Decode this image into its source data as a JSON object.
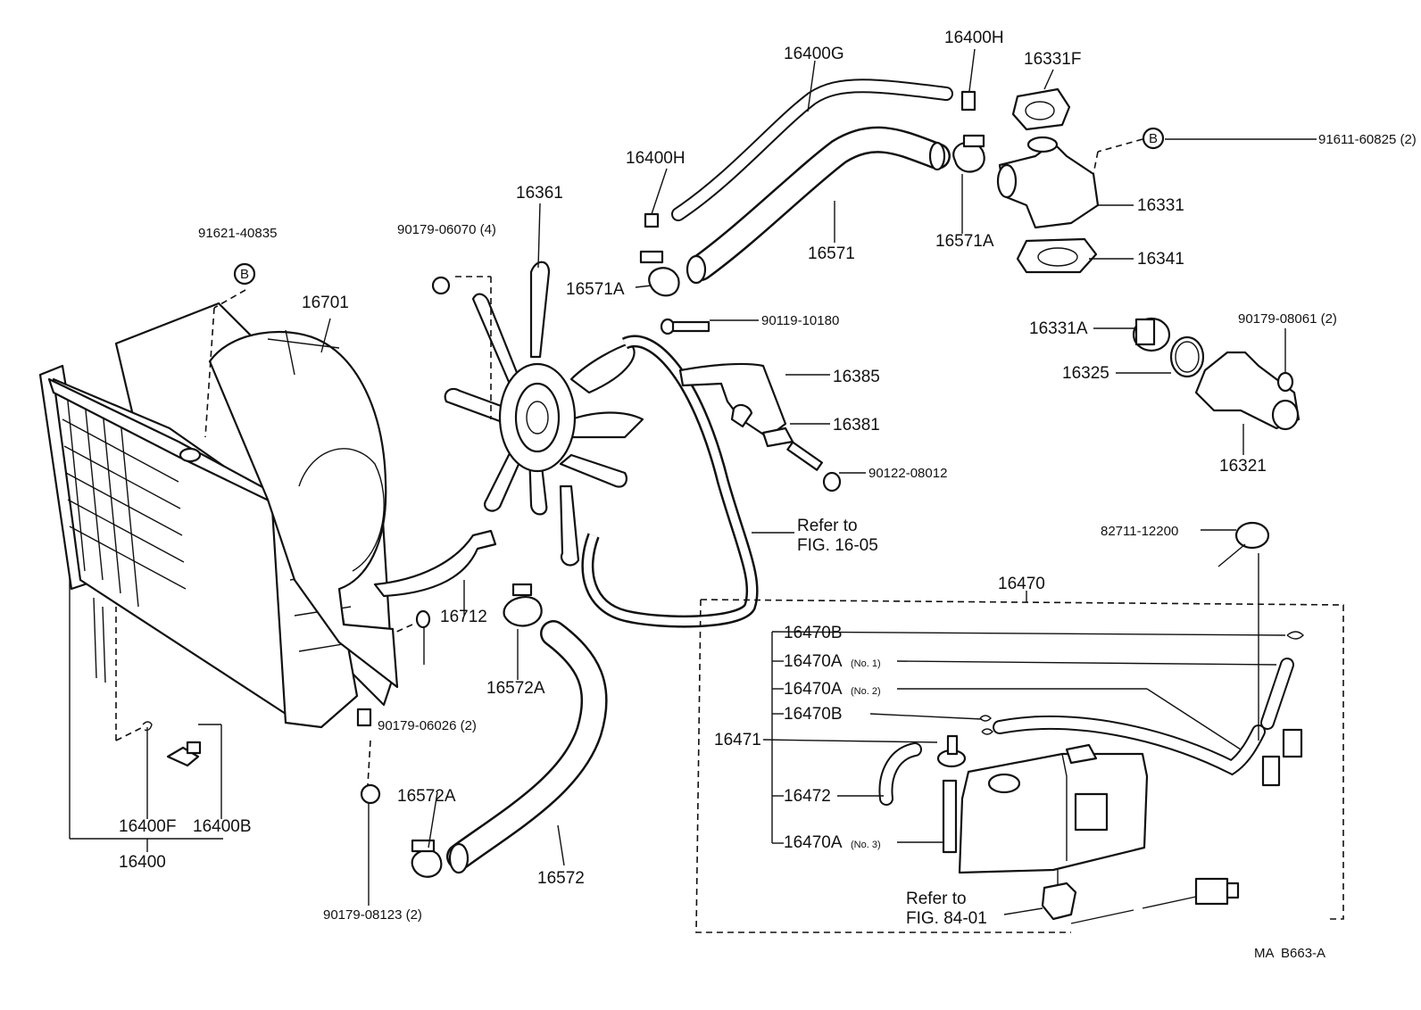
{
  "labels": {
    "p16400G": "16400G",
    "p16400H_top": "16400H",
    "p16331F": "16331F",
    "refB_top": "B",
    "p91611": "91611-60825 (2)",
    "p16400H_left": "16400H",
    "p16361": "16361",
    "p16331": "16331",
    "p91621": "91621-40835",
    "refB_left": "B",
    "p90179_06070": "90179-06070 (4)",
    "p16571": "16571",
    "p16571A_right": "16571A",
    "p16341": "16341",
    "p16701": "16701",
    "p16571A_left": "16571A",
    "p90119": "90119-10180",
    "p16331A": "16331A",
    "p90179_08061": "90179-08061 (2)",
    "p16385": "16385",
    "p16325": "16325",
    "p16381": "16381",
    "p16321": "16321",
    "p90122": "90122-08012",
    "refer1_a": "Refer to",
    "refer1_b": "FIG. 16-05",
    "p82711": "82711-12200",
    "p16470": "16470",
    "p16712": "16712",
    "p16470B_1": "16470B",
    "p16470A_no1": "16470A",
    "no1": "(No. 1)",
    "p16470A_no2": "16470A",
    "no2": "(No. 2)",
    "p16572A_top": "16572A",
    "p90179_06026": "90179-06026 (2)",
    "p16470B_2": "16470B",
    "p16471": "16471",
    "p16472": "16472",
    "p16400F": "16400F",
    "p16400B": "16400B",
    "p16572A_bot": "16572A",
    "p16470A_no3": "16470A",
    "no3": "(No. 3)",
    "p16400": "16400",
    "p16572": "16572",
    "refer2_a": "Refer to",
    "refer2_b": "FIG. 84-01",
    "p90179_08123": "90179-08123 (2)",
    "code": "MA  B663-A"
  }
}
